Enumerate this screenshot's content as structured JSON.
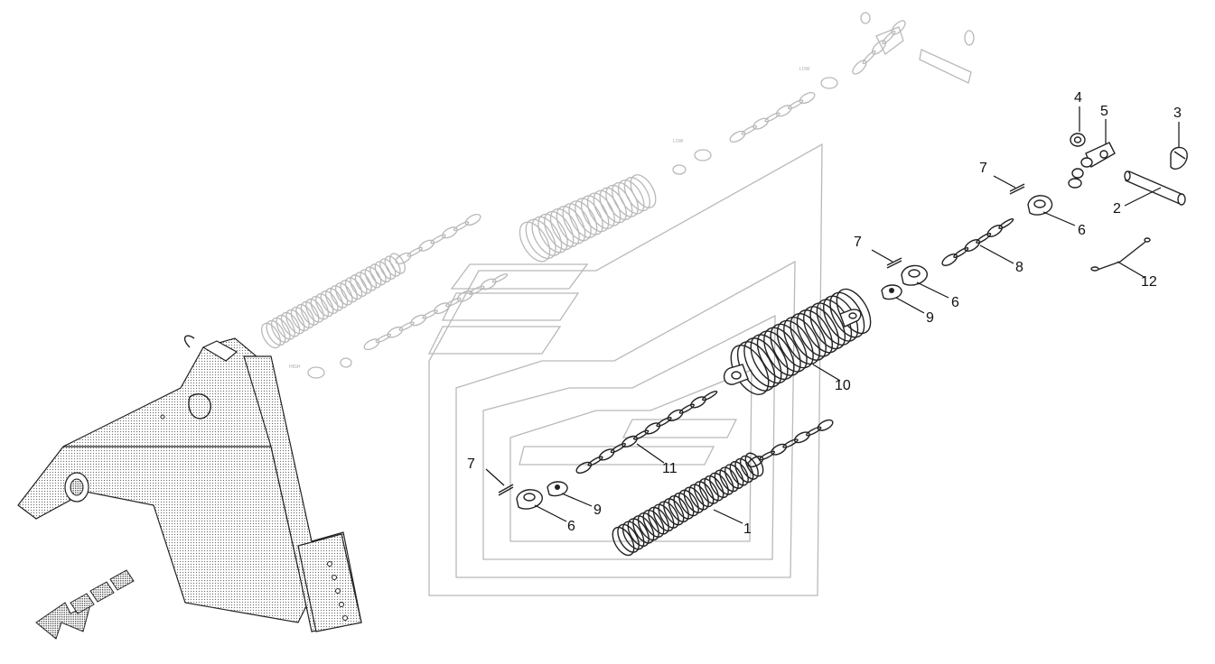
{
  "callouts": [
    {
      "id": "c1",
      "text": "1"
    },
    {
      "id": "c2",
      "text": "2"
    },
    {
      "id": "c3",
      "text": "3"
    },
    {
      "id": "c4",
      "text": "4"
    },
    {
      "id": "c5",
      "text": "5"
    },
    {
      "id": "c6a",
      "text": "6"
    },
    {
      "id": "c6b",
      "text": "6"
    },
    {
      "id": "c6c",
      "text": "6"
    },
    {
      "id": "c7a",
      "text": "7"
    },
    {
      "id": "c7b",
      "text": "7"
    },
    {
      "id": "c7c",
      "text": "7"
    },
    {
      "id": "c8",
      "text": "8"
    },
    {
      "id": "c9a",
      "text": "9"
    },
    {
      "id": "c9b",
      "text": "9"
    },
    {
      "id": "c10",
      "text": "10"
    },
    {
      "id": "c11",
      "text": "11"
    },
    {
      "id": "c12",
      "text": "12"
    }
  ],
  "direction_icon": "arrow-direction-icon",
  "colors": {
    "ink": "#222222",
    "ghost": "#b9b9b9",
    "stipple": "#555555"
  }
}
